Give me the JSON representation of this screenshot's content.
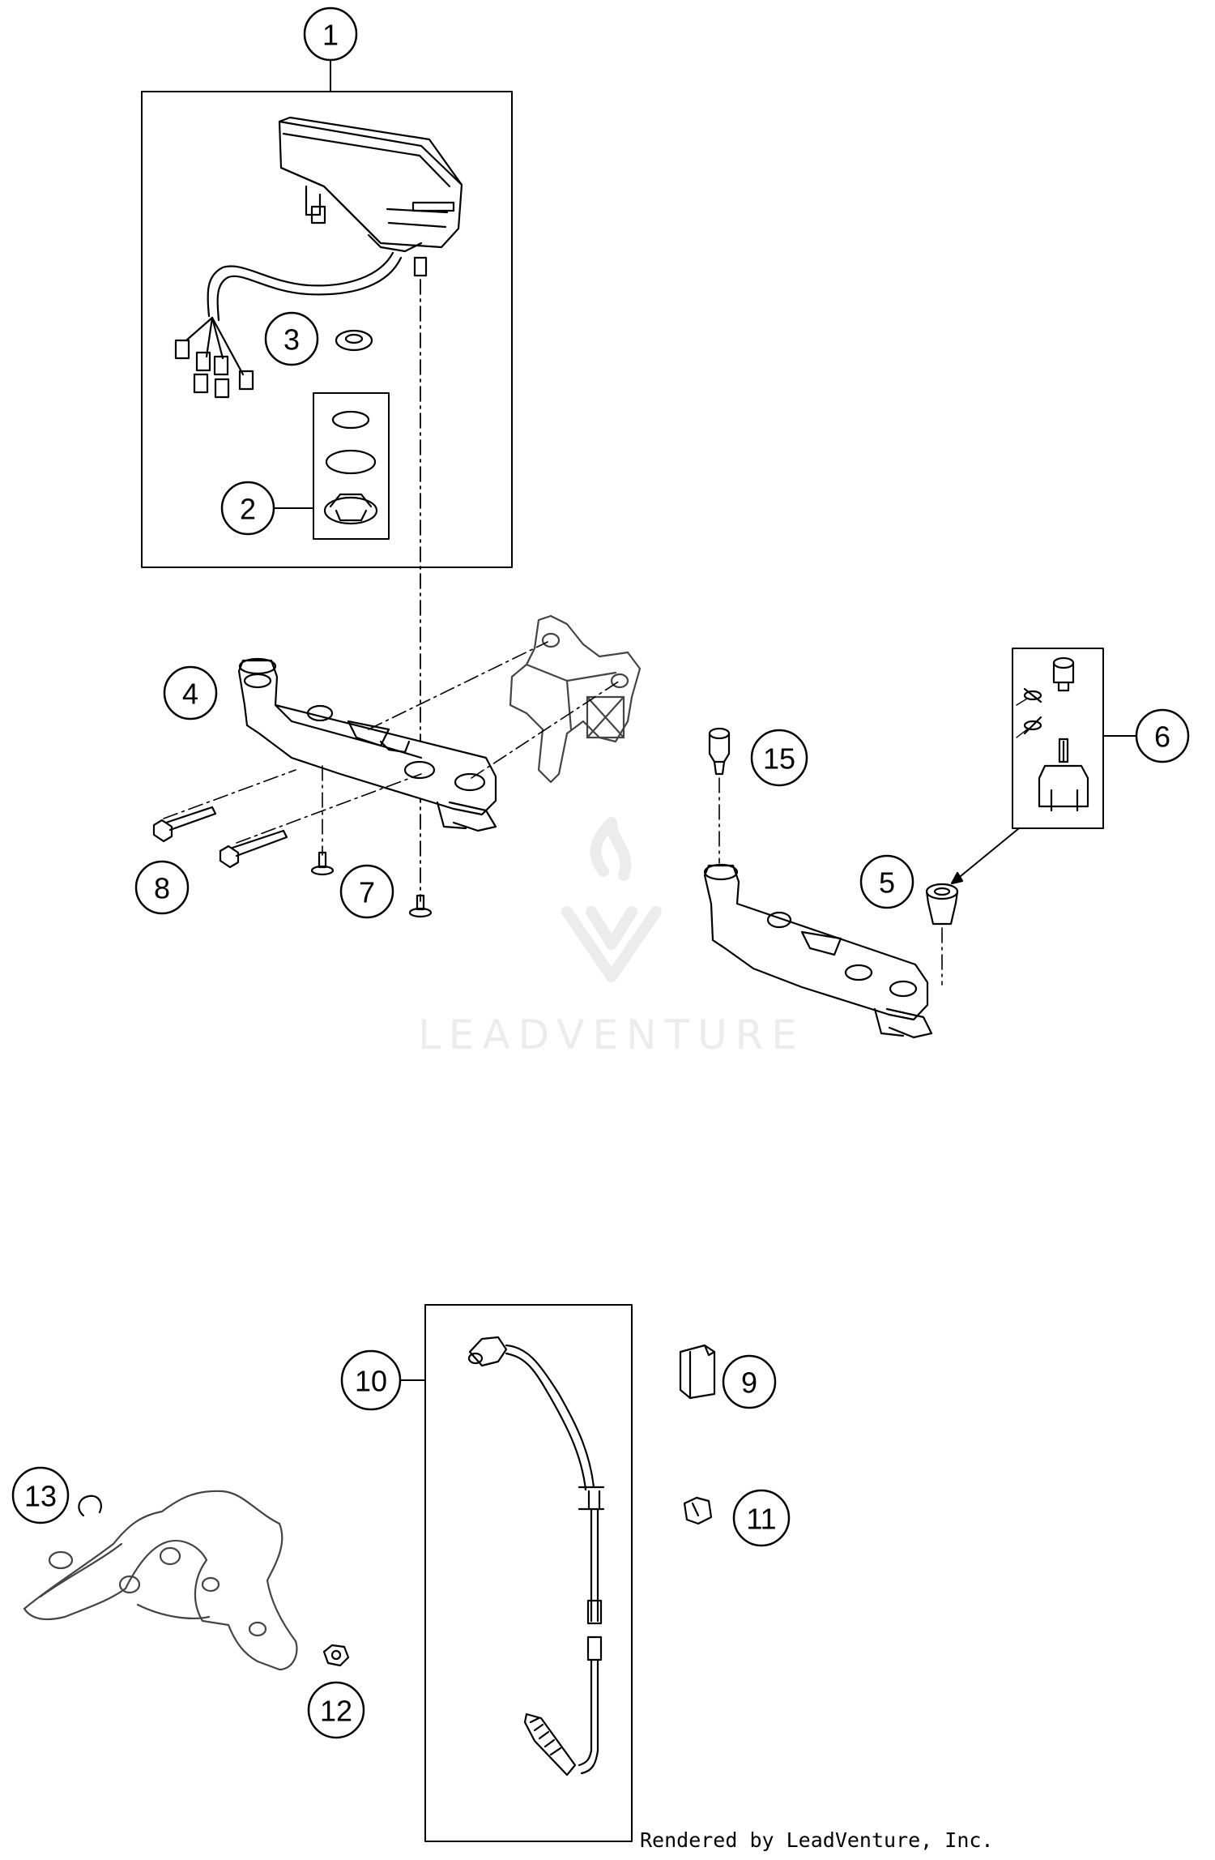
{
  "callouts": {
    "c1": "1",
    "c2": "2",
    "c3": "3",
    "c4": "4",
    "c5": "5",
    "c6": "6",
    "c7": "7",
    "c8": "8",
    "c9": "9",
    "c10": "10",
    "c11": "11",
    "c12": "12",
    "c13": "13",
    "c15": "15"
  },
  "watermark": {
    "text": "LEADVENTURE"
  },
  "footer": {
    "credit": "Rendered by LeadVenture, Inc."
  },
  "colors": {
    "line": "#000000",
    "watermark": "#ececec",
    "background": "#ffffff"
  }
}
